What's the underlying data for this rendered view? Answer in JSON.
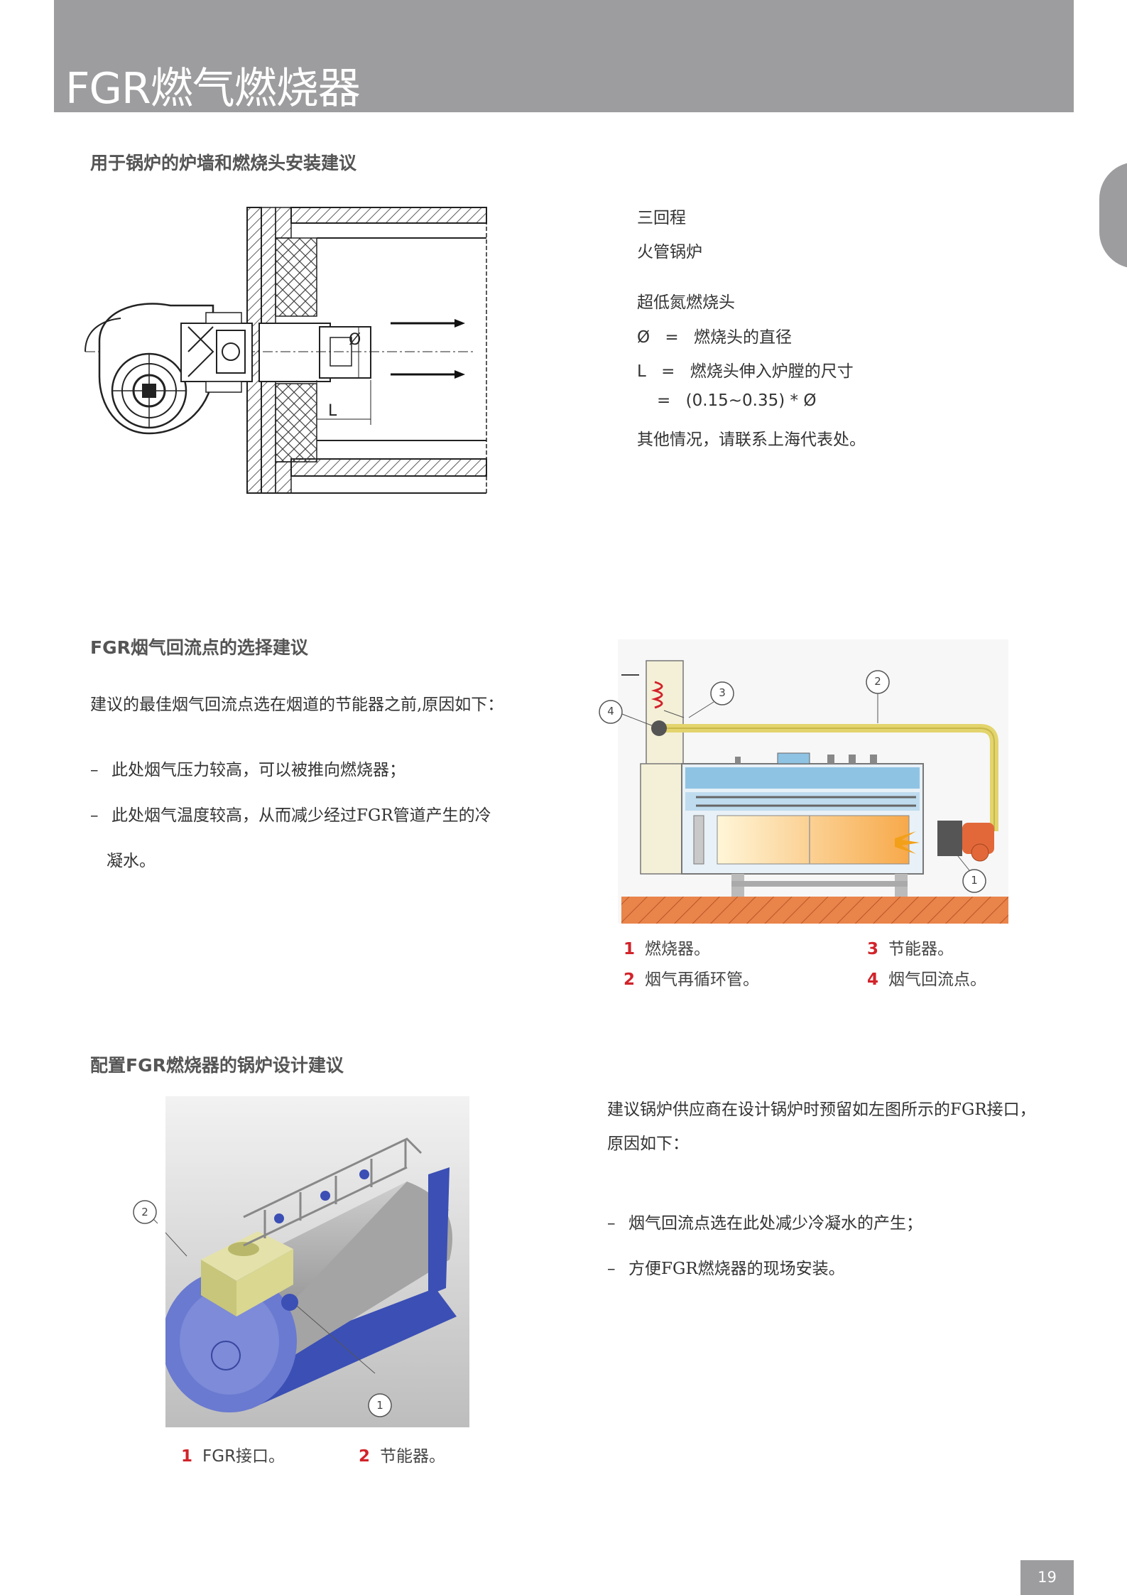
{
  "header": {
    "title": "FGR燃气燃烧器"
  },
  "section1": {
    "title": "用于锅炉的炉墙和燃烧头安装建议",
    "diagram_labels": {
      "diameter": "Ø",
      "length": "L"
    },
    "notes": {
      "line1": "三回程",
      "line2": "火管锅炉",
      "line3": "超低氮燃烧头",
      "d_sym": "Ø",
      "d_eq": "=",
      "d_text": "燃烧头的直径",
      "l_sym": "L",
      "l_eq": "=",
      "l_text": "燃烧头伸入炉膛的尺寸",
      "formula_eq": "=",
      "formula": "(0.15~0.35) * Ø",
      "other": "其他情况，请联系上海代表处。"
    }
  },
  "section2": {
    "title": "FGR烟气回流点的选择建议",
    "intro": "建议的最佳烟气回流点选在烟道的节能器之前,原因如下：",
    "bullet1": "此处烟气压力较高，可以被推向燃烧器；",
    "bullet2a": "此处烟气温度较高，从而减少经过FGR管道产生的冷",
    "bullet2b": "凝水。",
    "dash": "–",
    "callouts": {
      "c1": "1",
      "c2": "2",
      "c3": "3",
      "c4": "4"
    },
    "legend": [
      {
        "num": "1",
        "text": "燃烧器。"
      },
      {
        "num": "2",
        "text": "烟气再循环管。"
      },
      {
        "num": "3",
        "text": "节能器。"
      },
      {
        "num": "4",
        "text": "烟气回流点。"
      }
    ]
  },
  "section3": {
    "title": "配置FGR燃烧器的锅炉设计建议",
    "intro_a": "建议锅炉供应商在设计锅炉时预留如左图所示的FGR接口，",
    "intro_b": "原因如下：",
    "bullet1": "烟气回流点选在此处减少冷凝水的产生；",
    "bullet2": "方便FGR燃烧器的现场安装。",
    "dash": "–",
    "callouts": {
      "c1": "1",
      "c2": "2"
    },
    "legend": [
      {
        "num": "1",
        "text": "FGR接口。"
      },
      {
        "num": "2",
        "text": "节能器。"
      }
    ]
  },
  "footer": {
    "page_number": "19"
  },
  "colors": {
    "header_gray": "#9d9d9f",
    "legend_red": "#d2232a"
  }
}
